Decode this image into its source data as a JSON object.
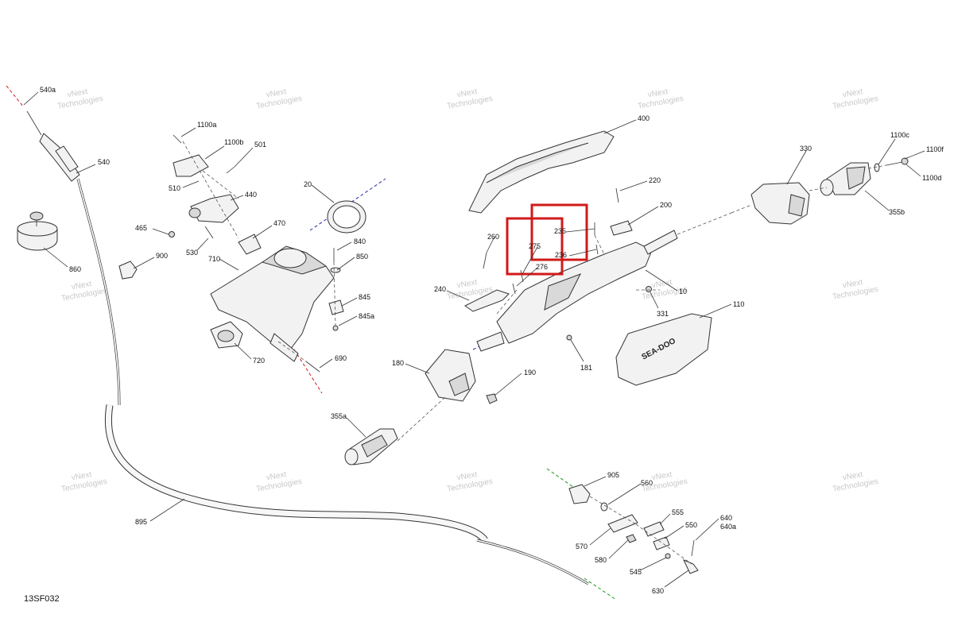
{
  "reference_code": "13SF032",
  "watermark_text": [
    "vNext",
    "Technologies"
  ],
  "highlight_color": "#d11a1a",
  "axis_colors": {
    "red": "#d11a1a",
    "blue": "#2a2ab0",
    "green": "#1a9a1a"
  },
  "labels": {
    "p540a": "540a",
    "p540": "540",
    "p860": "860",
    "p1100a": "1100a",
    "p1100b": "1100b",
    "p501": "501",
    "p510": "510",
    "p440": "440",
    "p465": "465",
    "p530": "530",
    "p900": "900",
    "p470": "470",
    "p710": "710",
    "p20": "20",
    "p840": "840",
    "p850": "850",
    "p845": "845",
    "p845a": "845a",
    "p720": "720",
    "p690": "690",
    "p895": "895",
    "p400": "400",
    "p220": "220",
    "p200": "200",
    "p275": "275",
    "p235": "235",
    "p276": "276",
    "p236": "236",
    "p260": "260",
    "p240": "240",
    "p10": "10",
    "p331": "331",
    "p110": "110",
    "p181": "181",
    "p180": "180",
    "p190": "190",
    "p355a": "355a",
    "p330": "330",
    "p1100c": "1100c",
    "p1100f": "1100f",
    "p1100d": "1100d",
    "p355b": "355b",
    "p905": "905",
    "p560": "560",
    "p555": "555",
    "p550": "550",
    "p570": "570",
    "p580": "580",
    "p545": "545",
    "p640": "640",
    "p640a": "640a",
    "p630": "630"
  }
}
